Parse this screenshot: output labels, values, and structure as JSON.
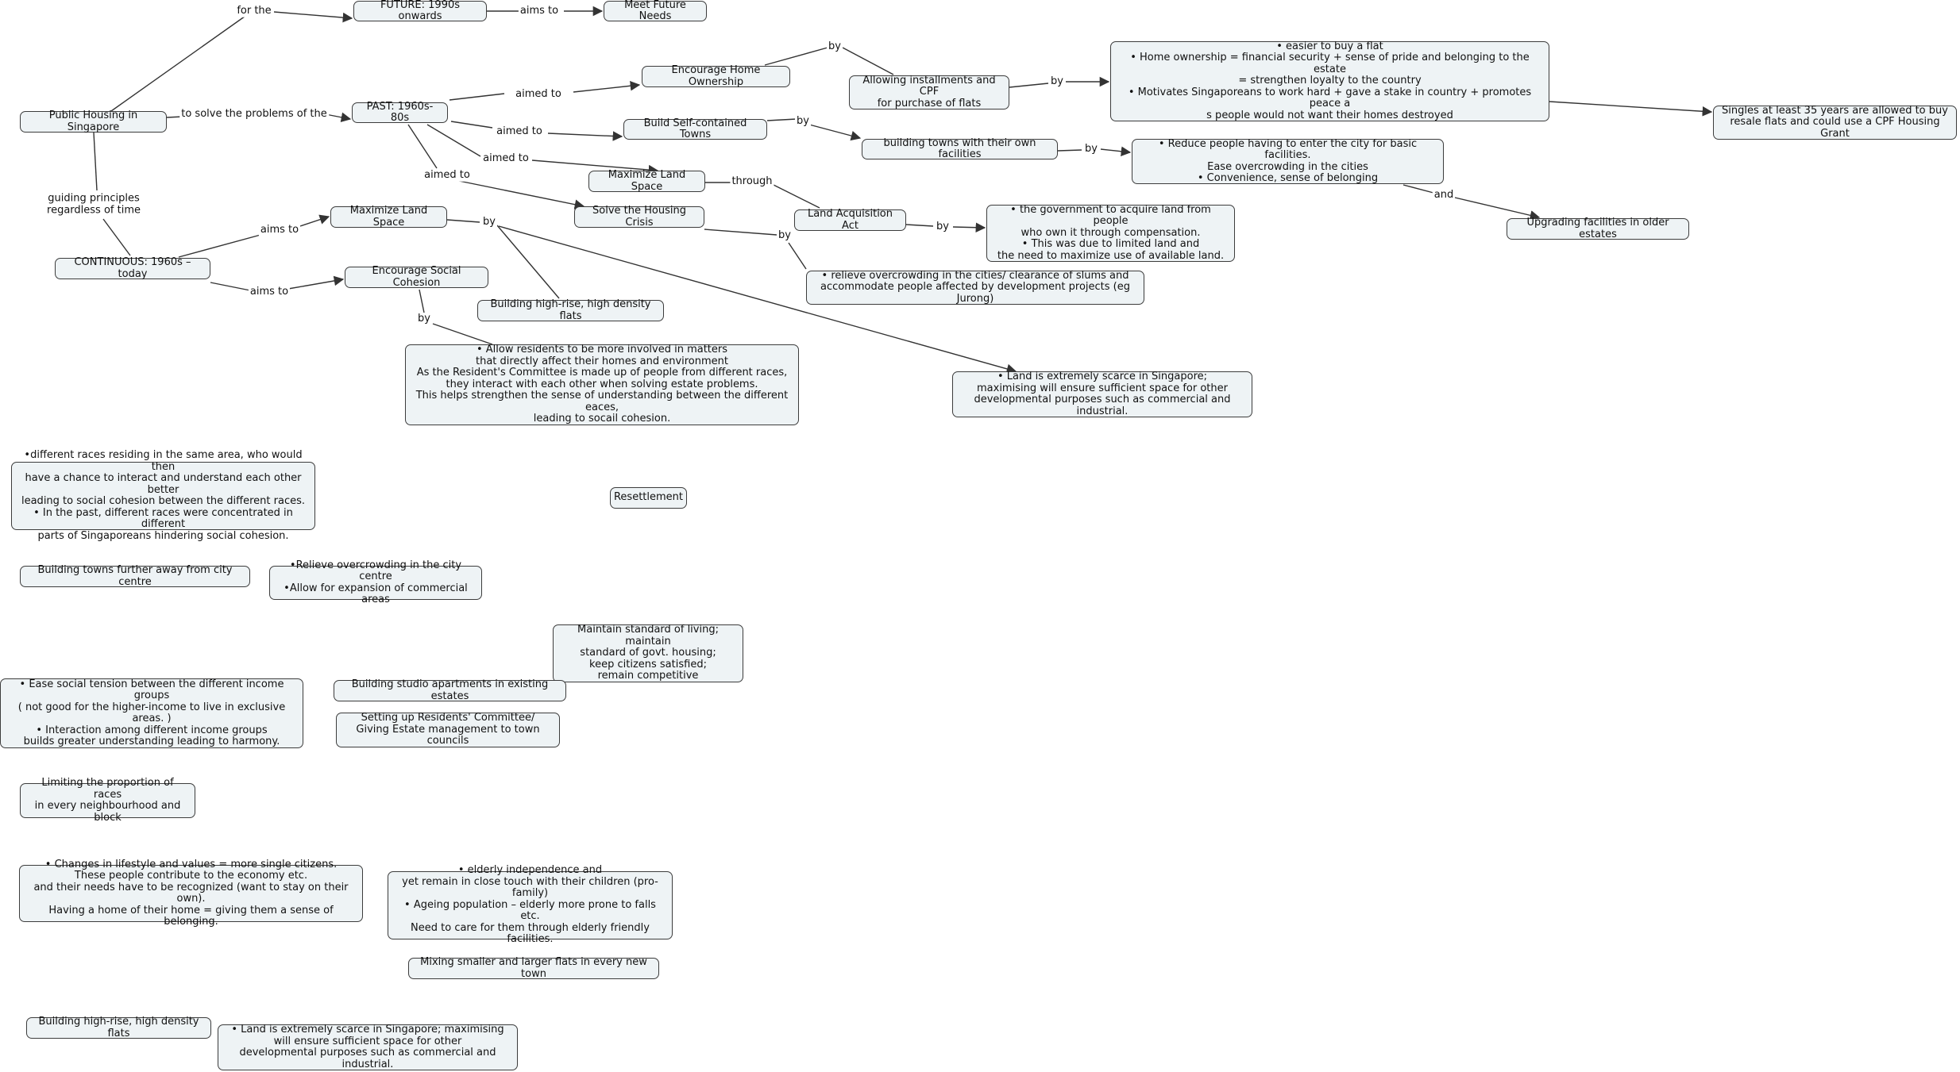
{
  "nodes": {
    "public_housing": "Public Housing in Singapore",
    "future": "FUTURE: 1990s onwards",
    "meet_future": "Meet Future Needs",
    "past": "PAST: 1960s-80s",
    "continuous": "CONTINUOUS: 1960s – today",
    "encourage_home": "Encourage Home Ownership",
    "allowing_cpf": "Allowing installments and CPF\nfor purchase of flats",
    "home_benefits": "•     easier to buy a flat\n•     Home ownership = financial security + sense of pride and belonging to the estate\n= strengthen loyalty to the country\n•     Motivates Singaporeans to work hard + gave a stake in country + promotes peace a\ns people would not want their homes destroyed",
    "singles": "Singles at least 35 years are allowed to buy\nresale flats and could use a CPF Housing Grant",
    "build_towns": "Build Self-contained Towns",
    "building_towns_facilities": "building towns with their own facilities",
    "reduce_people": "•     Reduce people having to enter the city for basic facilities.\nEase overcrowding in the cities\n•     Convenience, sense of belonging",
    "upgrading": "Upgrading facilities in older estates",
    "max_land_past": "Maximize Land Space",
    "land_acq": "Land Acquisition Act",
    "gov_acquire": "•     the government to acquire land from people\nwho own it through compensation.\n•     This was due to limited land and\nthe need to maximize use of available land.",
    "solve_housing": "Solve the Housing Crisis",
    "relieve_overcrowding_slums": "• relieve overcrowding in the cities/ clearance of slums and\naccommodate people affected by development projects (eg Jurong)",
    "max_land_cont": "Maximize Land Space",
    "encourage_social": "Encourage Social Cohesion",
    "high_rise_top": "Building high-rise, high density flats",
    "allow_residents": "•     Allow residents to be more involved in matters\nthat directly affect their homes and environment\nAs the Resident's Committee is made up of people from different races,\nthey interact with each other when solving estate problems.\nThis helps strengthen the sense of understanding between the different eaces,\nleading to socail cohesion.",
    "land_scarce_right": "•     Land is extremely scarce in Singapore;\nmaximising will ensure sufficient space  for other\ndevelopmental purposes such as commercial and industrial.",
    "different_races": "•different races residing in the same area, who would then\nhave a chance to interact and understand each other better\nleading to social cohesion between the different races.\n• In the past, different races were concentrated in different\nparts of Singaporeans hindering social cohesion.",
    "resettlement": "Resettlement",
    "towns_further": "Building towns further away from city centre",
    "relieve_city": "•Relieve overcrowding in the city centre\n•Allow for expansion of commercial areas",
    "maintain_standard": "Maintain standard of living; maintain\nstandard of govt. housing;\nkeep citizens satisfied;\nremain competitive",
    "ease_social": "•     Ease social tension between the different income groups\n( not good for the higher-income to live in exclusive areas. )\n•     Interaction among different income groups\nbuilds greater understanding leading to harmony.",
    "studio_apts": "Building studio apartments in existing estates",
    "residents_committee": "Setting up Residents' Committee/\nGiving Estate management to town councils",
    "limiting_races": "Limiting the proportion of races\nin every neighbourhood and block",
    "changes_lifestyle": "•     Changes in lifestyle and values = more single citizens.\nThese people contribute to the economy etc.\nand their needs have to be recognized (want to stay on their own).\nHaving a home of their home = giving them a sense of belonging.",
    "elderly": "•     elderly independence and\nyet remain in close touch with their children (pro-family)\n•     Ageing population – elderly more prone to falls etc.\nNeed to care for them through elderly friendly facilities.",
    "mixing_flats": "Mixing smaller and larger flats in every new town",
    "high_rise_bottom": "Building high-rise, high density flats",
    "land_scarce_bottom": "•     Land is extremely scarce in Singapore; maximising\nwill ensure sufficient space  for other\ndevelopmental purposes such as commercial and industrial."
  },
  "labels": {
    "for_the": "for the",
    "aims_to_future": "aims to",
    "to_solve": "to solve the problems of the",
    "aimed_to_1": "aimed to",
    "aimed_to_2": "aimed to",
    "aimed_to_3": "aimed to",
    "aimed_to_4": "aimed to",
    "by_home": "by",
    "by_cpf": "by",
    "by_towns": "by",
    "by_facilities": "by",
    "and_upgrading": "and",
    "through": "through",
    "by_land_act": "by",
    "by_housing": "by",
    "guiding": "guiding principles\nregardless of time",
    "aims_to_land": "aims to",
    "aims_to_social": "aims to",
    "by_land_cont": "by",
    "by_social": "by"
  },
  "colors": {
    "node_fill": "#eef3f5",
    "node_border": "#3c3c3c",
    "line": "#333333"
  }
}
